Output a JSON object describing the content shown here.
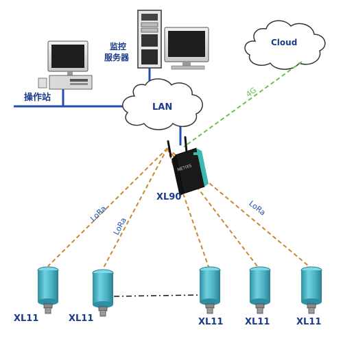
{
  "colors": {
    "cable": "#1f4fb0",
    "lora": "#c9882f",
    "cellular": "#6cc04a",
    "text_blue": "#1a3a8a",
    "cloud_text": "#1a3a8a",
    "sensor_body": "#4ab0c2",
    "sensor_dark": "#2f8fa2",
    "gateway_body": "#1a1a1a",
    "gateway_side": "#3fb8b2"
  },
  "labels": {
    "operator_station": "操作站",
    "monitor_server_line1": "监控",
    "monitor_server_line2": "服务器",
    "lan": "LAN",
    "cloud": "Cloud",
    "cellular": "4G",
    "gateway": "XL90",
    "gateway_badge": "NETIXS",
    "lora_1": "LoRa",
    "lora_2": "LoRa",
    "lora_3": "LoRa"
  },
  "sensors": [
    {
      "label": "XL11"
    },
    {
      "label": "XL11"
    },
    {
      "label": "XL11"
    },
    {
      "label": "XL11"
    },
    {
      "label": "XL11"
    }
  ],
  "icons": {
    "operator_pc": "desktop-computer-icon",
    "server": "server-tower-icon",
    "server_monitor": "monitor-icon",
    "gateway": "lora-gateway-icon",
    "sensor": "wireless-sensor-icon",
    "cloud": "cloud-icon"
  }
}
